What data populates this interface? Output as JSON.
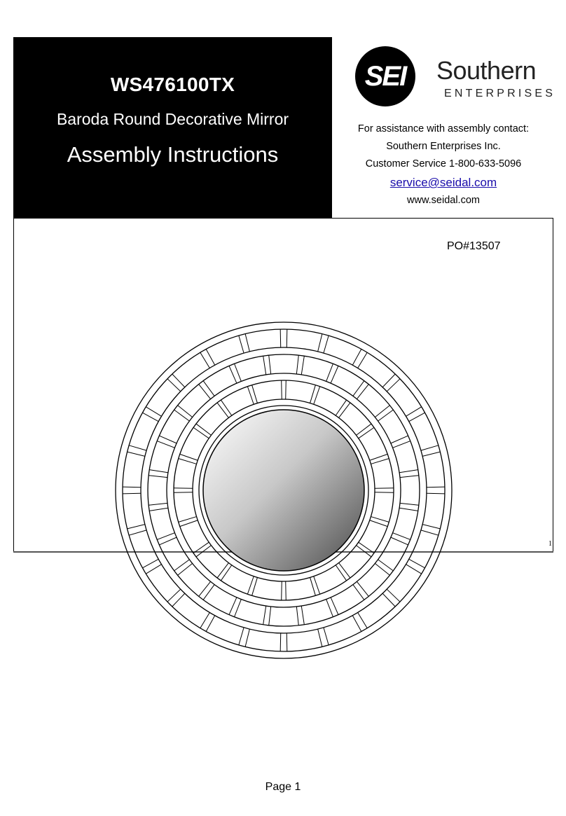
{
  "header": {
    "model": "WS476100TX",
    "product_name": "Baroda Round Decorative Mirror",
    "doc_title": "Assembly Instructions"
  },
  "logo": {
    "badge_text": "SEI",
    "name": "Southern",
    "subtitle": "ENTERPRISES"
  },
  "contact": {
    "intro": "For assistance with assembly contact:",
    "company": "Southern Enterprises Inc.",
    "phone": "Customer Service 1-800-633-5096",
    "email": "service@seidal.com",
    "website": "www.seidal.com"
  },
  "po_number": "PO#13507",
  "corner_page_number": "1",
  "footer": {
    "page_label": "Page 1"
  }
}
